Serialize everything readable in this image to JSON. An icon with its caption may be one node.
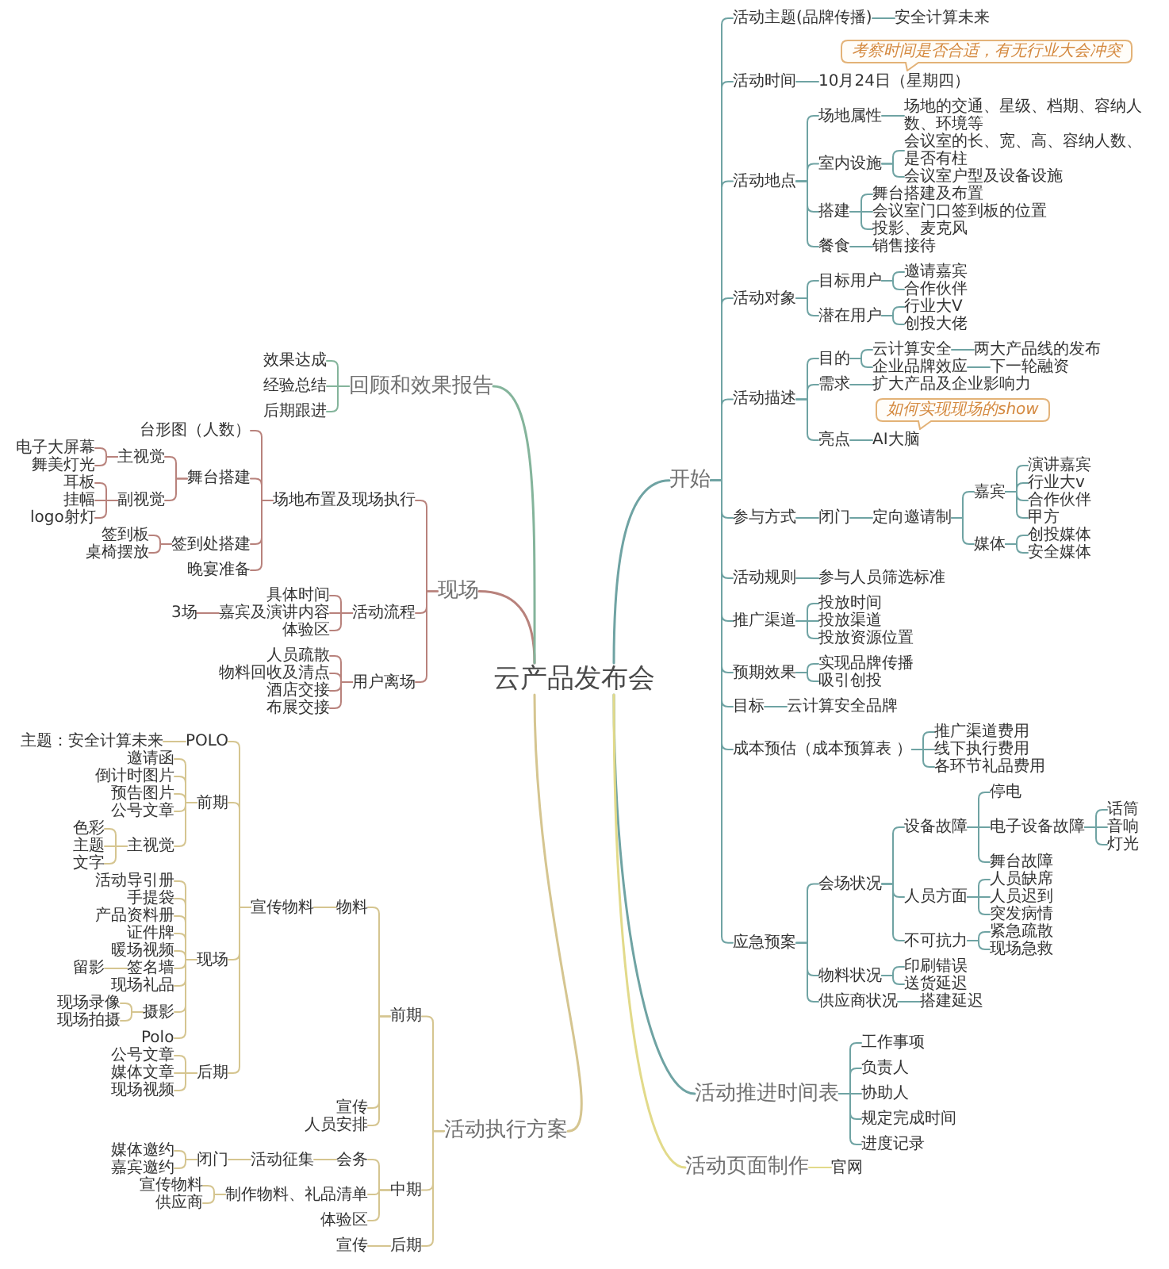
{
  "diagram": {
    "nodes": [
      {
        "text": [
          "云产品发布会"
        ]
      },
      {
        "text": [
          "开始"
        ]
      },
      {
        "text": [
          "活动主题(品牌传播)"
        ]
      },
      {
        "text": [
          "安全计算未来"
        ]
      },
      {
        "text": [
          "考察时间是否合适，有无行业大会冲突"
        ]
      },
      {
        "text": [
          "活动时间"
        ]
      },
      {
        "text": [
          "10月24日（星期四）"
        ]
      },
      {
        "text": [
          "活动地点"
        ]
      },
      {
        "text": [
          "场地属性"
        ]
      },
      {
        "text": [
          "场地的交通、星级、档期、容纳人数、环境等"
        ]
      },
      {
        "text": [
          "室内设施"
        ]
      },
      {
        "text": [
          "会议室的长、宽、高、容纳人数、是否有柱"
        ]
      },
      {
        "text": [
          "会议室户型及设备设施"
        ]
      },
      {
        "text": [
          "搭建"
        ]
      },
      {
        "text": [
          "舞台搭建及布置"
        ]
      },
      {
        "text": [
          "会议室门口签到板的位置"
        ]
      },
      {
        "text": [
          "投影、麦克风"
        ]
      },
      {
        "text": [
          "餐食"
        ]
      },
      {
        "text": [
          "销售接待"
        ]
      },
      {
        "text": [
          "活动对象"
        ]
      },
      {
        "text": [
          "目标用户"
        ]
      },
      {
        "text": [
          "邀请嘉宾"
        ]
      },
      {
        "text": [
          "合作伙伴"
        ]
      },
      {
        "text": [
          "潜在用户"
        ]
      },
      {
        "text": [
          "行业大V"
        ]
      },
      {
        "text": [
          "创投大佬"
        ]
      },
      {
        "text": [
          "活动描述"
        ]
      },
      {
        "text": [
          "目的"
        ]
      },
      {
        "text": [
          "云计算安全"
        ]
      },
      {
        "text": [
          "两大产品线的发布"
        ]
      },
      {
        "text": [
          "企业品牌效应"
        ]
      },
      {
        "text": [
          "下一轮融资"
        ]
      },
      {
        "text": [
          "需求"
        ]
      },
      {
        "text": [
          "扩大产品及企业影响力"
        ]
      },
      {
        "text": [
          "如何实现现场的show"
        ]
      },
      {
        "text": [
          "亮点"
        ]
      },
      {
        "text": [
          "AI大脑"
        ]
      },
      {
        "text": [
          "参与方式"
        ]
      },
      {
        "text": [
          "闭门"
        ]
      },
      {
        "text": [
          "定向邀请制"
        ]
      },
      {
        "text": [
          "嘉宾"
        ]
      },
      {
        "text": [
          "演讲嘉宾"
        ]
      },
      {
        "text": [
          "行业大v"
        ]
      },
      {
        "text": [
          "合作伙伴"
        ]
      },
      {
        "text": [
          "甲方"
        ]
      },
      {
        "text": [
          "媒体"
        ]
      },
      {
        "text": [
          "创投媒体"
        ]
      },
      {
        "text": [
          "安全媒体"
        ]
      },
      {
        "text": [
          "活动规则"
        ]
      },
      {
        "text": [
          "参与人员筛选标准"
        ]
      },
      {
        "text": [
          "推广渠道"
        ]
      },
      {
        "text": [
          "投放时间"
        ]
      },
      {
        "text": [
          "投放渠道"
        ]
      },
      {
        "text": [
          "投放资源位置"
        ]
      },
      {
        "text": [
          "预期效果"
        ]
      },
      {
        "text": [
          "实现品牌传播"
        ]
      },
      {
        "text": [
          "吸引创投"
        ]
      },
      {
        "text": [
          "目标"
        ]
      },
      {
        "text": [
          "云计算安全品牌"
        ]
      },
      {
        "text": [
          "成本预估（成本预算表 ）"
        ]
      },
      {
        "text": [
          "推广渠道费用"
        ]
      },
      {
        "text": [
          "线下执行费用"
        ]
      },
      {
        "text": [
          "各环节礼品费用"
        ]
      },
      {
        "text": [
          "应急预案"
        ]
      },
      {
        "text": [
          "会场状况"
        ]
      },
      {
        "text": [
          "设备故障"
        ]
      },
      {
        "text": [
          "停电"
        ]
      },
      {
        "text": [
          "电子设备故障"
        ]
      },
      {
        "text": [
          "话筒"
        ]
      },
      {
        "text": [
          "音响"
        ]
      },
      {
        "text": [
          "灯光"
        ]
      },
      {
        "text": [
          "舞台故障"
        ]
      },
      {
        "text": [
          "人员方面"
        ]
      },
      {
        "text": [
          "人员缺席"
        ]
      },
      {
        "text": [
          "人员迟到"
        ]
      },
      {
        "text": [
          "突发病情"
        ]
      },
      {
        "text": [
          "不可抗力"
        ]
      },
      {
        "text": [
          "紧急疏散"
        ]
      },
      {
        "text": [
          "现场急救"
        ]
      },
      {
        "text": [
          "物料状况"
        ]
      },
      {
        "text": [
          "印刷错误"
        ]
      },
      {
        "text": [
          "送货延迟"
        ]
      },
      {
        "text": [
          "供应商状况"
        ]
      },
      {
        "text": [
          "搭建延迟"
        ]
      },
      {
        "text": [
          "活动推进时间表"
        ]
      },
      {
        "text": [
          "工作事项"
        ]
      },
      {
        "text": [
          "负责人"
        ]
      },
      {
        "text": [
          "协助人"
        ]
      },
      {
        "text": [
          "规定完成时间"
        ]
      },
      {
        "text": [
          "进度记录"
        ]
      },
      {
        "text": [
          "活动页面制作"
        ]
      },
      {
        "text": [
          "官网"
        ]
      },
      {
        "text": [
          "活动执行方案"
        ]
      },
      {
        "text": [
          "前期"
        ]
      },
      {
        "text": [
          "物料"
        ]
      },
      {
        "text": [
          "宣传物料"
        ]
      },
      {
        "text": [
          "POLO"
        ]
      },
      {
        "text": [
          "主题：安全计算未来"
        ]
      },
      {
        "text": [
          "前期"
        ]
      },
      {
        "text": [
          "邀请函"
        ]
      },
      {
        "text": [
          "倒计时图片"
        ]
      },
      {
        "text": [
          "预告图片"
        ]
      },
      {
        "text": [
          "公号文章"
        ]
      },
      {
        "text": [
          "主视觉"
        ]
      },
      {
        "text": [
          "色彩"
        ]
      },
      {
        "text": [
          "主题"
        ]
      },
      {
        "text": [
          "文字"
        ]
      },
      {
        "text": [
          "现场"
        ]
      },
      {
        "text": [
          "活动导引册"
        ]
      },
      {
        "text": [
          "手提袋"
        ]
      },
      {
        "text": [
          "产品资料册"
        ]
      },
      {
        "text": [
          "证件牌"
        ]
      },
      {
        "text": [
          "暖场视频"
        ]
      },
      {
        "text": [
          "签名墙"
        ]
      },
      {
        "text": [
          "留影"
        ]
      },
      {
        "text": [
          "现场礼品"
        ]
      },
      {
        "text": [
          "摄影"
        ]
      },
      {
        "text": [
          "现场录像"
        ]
      },
      {
        "text": [
          "现场拍摄"
        ]
      },
      {
        "text": [
          "Polo"
        ]
      },
      {
        "text": [
          "后期"
        ]
      },
      {
        "text": [
          "公号文章"
        ]
      },
      {
        "text": [
          "媒体文章"
        ]
      },
      {
        "text": [
          "现场视频"
        ]
      },
      {
        "text": [
          "宣传"
        ]
      },
      {
        "text": [
          "人员安排"
        ]
      },
      {
        "text": [
          "中期"
        ]
      },
      {
        "text": [
          "会务"
        ]
      },
      {
        "text": [
          "活动征集"
        ]
      },
      {
        "text": [
          "闭门"
        ]
      },
      {
        "text": [
          "媒体邀约"
        ]
      },
      {
        "text": [
          "嘉宾邀约"
        ]
      },
      {
        "text": [
          "制作物料、礼品清单"
        ]
      },
      {
        "text": [
          "宣传物料"
        ]
      },
      {
        "text": [
          "供应商"
        ]
      },
      {
        "text": [
          "体验区"
        ]
      },
      {
        "text": [
          "后期"
        ]
      },
      {
        "text": [
          "宣传"
        ]
      },
      {
        "text": [
          "现场"
        ]
      },
      {
        "text": [
          "场地布置及现场执行"
        ]
      },
      {
        "text": [
          "台形图（人数）"
        ]
      },
      {
        "text": [
          "舞台搭建"
        ]
      },
      {
        "text": [
          "主视觉"
        ]
      },
      {
        "text": [
          "电子大屏幕"
        ]
      },
      {
        "text": [
          "舞美灯光"
        ]
      },
      {
        "text": [
          "副视觉"
        ]
      },
      {
        "text": [
          "耳板"
        ]
      },
      {
        "text": [
          "挂幅"
        ]
      },
      {
        "text": [
          "logo射灯"
        ]
      },
      {
        "text": [
          "签到处搭建"
        ]
      },
      {
        "text": [
          "签到板"
        ]
      },
      {
        "text": [
          "桌椅摆放"
        ]
      },
      {
        "text": [
          "晚宴准备"
        ]
      },
      {
        "text": [
          "活动流程"
        ]
      },
      {
        "text": [
          "具体时间"
        ]
      },
      {
        "text": [
          "嘉宾及演讲内容"
        ]
      },
      {
        "text": [
          "3场"
        ]
      },
      {
        "text": [
          "体验区"
        ]
      },
      {
        "text": [
          "用户离场"
        ]
      },
      {
        "text": [
          "人员疏散"
        ]
      },
      {
        "text": [
          "物料回收及清点"
        ]
      },
      {
        "text": [
          "酒店交接"
        ]
      },
      {
        "text": [
          "布展交接"
        ]
      },
      {
        "text": [
          "回顾和效果报告"
        ]
      },
      {
        "text": [
          "效果达成"
        ]
      },
      {
        "text": [
          "经验总结"
        ]
      },
      {
        "text": [
          "后期跟进"
        ]
      }
    ],
    "edges": [
      {
        "from": 0,
        "to": 1,
        "arrow": "none"
      },
      {
        "from": 1,
        "to": 2,
        "arrow": "none"
      },
      {
        "from": 2,
        "to": 3,
        "arrow": "none"
      },
      {
        "from": 1,
        "to": 5,
        "arrow": "none"
      },
      {
        "from": 5,
        "to": 6,
        "arrow": "none"
      },
      {
        "from": 1,
        "to": 7,
        "arrow": "none"
      },
      {
        "from": 7,
        "to": 8,
        "arrow": "none"
      },
      {
        "from": 8,
        "to": 9,
        "arrow": "none"
      },
      {
        "from": 7,
        "to": 10,
        "arrow": "none"
      },
      {
        "from": 10,
        "to": 11,
        "arrow": "none"
      },
      {
        "from": 10,
        "to": 12,
        "arrow": "none"
      },
      {
        "from": 7,
        "to": 13,
        "arrow": "none"
      },
      {
        "from": 13,
        "to": 14,
        "arrow": "none"
      },
      {
        "from": 13,
        "to": 15,
        "arrow": "none"
      },
      {
        "from": 13,
        "to": 16,
        "arrow": "none"
      },
      {
        "from": 7,
        "to": 17,
        "arrow": "none"
      },
      {
        "from": 17,
        "to": 18,
        "arrow": "none"
      },
      {
        "from": 1,
        "to": 19,
        "arrow": "none"
      },
      {
        "from": 19,
        "to": 20,
        "arrow": "none"
      },
      {
        "from": 20,
        "to": 21,
        "arrow": "none"
      },
      {
        "from": 20,
        "to": 22,
        "arrow": "none"
      },
      {
        "from": 19,
        "to": 23,
        "arrow": "none"
      },
      {
        "from": 23,
        "to": 24,
        "arrow": "none"
      },
      {
        "from": 23,
        "to": 25,
        "arrow": "none"
      },
      {
        "from": 1,
        "to": 26,
        "arrow": "none"
      },
      {
        "from": 26,
        "to": 27,
        "arrow": "none"
      },
      {
        "from": 27,
        "to": 28,
        "arrow": "none"
      },
      {
        "from": 28,
        "to": 29,
        "arrow": "none"
      },
      {
        "from": 27,
        "to": 30,
        "arrow": "none"
      },
      {
        "from": 30,
        "to": 31,
        "arrow": "none"
      },
      {
        "from": 26,
        "to": 32,
        "arrow": "none"
      },
      {
        "from": 32,
        "to": 33,
        "arrow": "none"
      },
      {
        "from": 26,
        "to": 35,
        "arrow": "none"
      },
      {
        "from": 35,
        "to": 36,
        "arrow": "none"
      },
      {
        "from": 1,
        "to": 37,
        "arrow": "none"
      },
      {
        "from": 37,
        "to": 38,
        "arrow": "none"
      },
      {
        "from": 38,
        "to": 39,
        "arrow": "none"
      },
      {
        "from": 39,
        "to": 40,
        "arrow": "none"
      },
      {
        "from": 40,
        "to": 41,
        "arrow": "none"
      },
      {
        "from": 40,
        "to": 42,
        "arrow": "none"
      },
      {
        "from": 40,
        "to": 43,
        "arrow": "none"
      },
      {
        "from": 40,
        "to": 44,
        "arrow": "none"
      },
      {
        "from": 39,
        "to": 45,
        "arrow": "none"
      },
      {
        "from": 45,
        "to": 46,
        "arrow": "none"
      },
      {
        "from": 45,
        "to": 47,
        "arrow": "none"
      },
      {
        "from": 1,
        "to": 48,
        "arrow": "none"
      },
      {
        "from": 48,
        "to": 49,
        "arrow": "none"
      },
      {
        "from": 1,
        "to": 50,
        "arrow": "none"
      },
      {
        "from": 50,
        "to": 51,
        "arrow": "none"
      },
      {
        "from": 50,
        "to": 52,
        "arrow": "none"
      },
      {
        "from": 50,
        "to": 53,
        "arrow": "none"
      },
      {
        "from": 1,
        "to": 54,
        "arrow": "none"
      },
      {
        "from": 54,
        "to": 55,
        "arrow": "none"
      },
      {
        "from": 54,
        "to": 56,
        "arrow": "none"
      },
      {
        "from": 1,
        "to": 57,
        "arrow": "none"
      },
      {
        "from": 57,
        "to": 58,
        "arrow": "none"
      },
      {
        "from": 1,
        "to": 59,
        "arrow": "none"
      },
      {
        "from": 59,
        "to": 60,
        "arrow": "none"
      },
      {
        "from": 59,
        "to": 61,
        "arrow": "none"
      },
      {
        "from": 59,
        "to": 62,
        "arrow": "none"
      },
      {
        "from": 1,
        "to": 63,
        "arrow": "none"
      },
      {
        "from": 63,
        "to": 64,
        "arrow": "none"
      },
      {
        "from": 64,
        "to": 65,
        "arrow": "none"
      },
      {
        "from": 65,
        "to": 66,
        "arrow": "none"
      },
      {
        "from": 65,
        "to": 67,
        "arrow": "none"
      },
      {
        "from": 67,
        "to": 68,
        "arrow": "none"
      },
      {
        "from": 67,
        "to": 69,
        "arrow": "none"
      },
      {
        "from": 67,
        "to": 70,
        "arrow": "none"
      },
      {
        "from": 65,
        "to": 71,
        "arrow": "none"
      },
      {
        "from": 64,
        "to": 72,
        "arrow": "none"
      },
      {
        "from": 72,
        "to": 73,
        "arrow": "none"
      },
      {
        "from": 72,
        "to": 74,
        "arrow": "none"
      },
      {
        "from": 72,
        "to": 75,
        "arrow": "none"
      },
      {
        "from": 64,
        "to": 76,
        "arrow": "none"
      },
      {
        "from": 76,
        "to": 77,
        "arrow": "none"
      },
      {
        "from": 76,
        "to": 78,
        "arrow": "none"
      },
      {
        "from": 63,
        "to": 79,
        "arrow": "none"
      },
      {
        "from": 79,
        "to": 80,
        "arrow": "none"
      },
      {
        "from": 79,
        "to": 81,
        "arrow": "none"
      },
      {
        "from": 63,
        "to": 82,
        "arrow": "none"
      },
      {
        "from": 82,
        "to": 83,
        "arrow": "none"
      },
      {
        "from": 0,
        "to": 84,
        "arrow": "none"
      },
      {
        "from": 84,
        "to": 85,
        "arrow": "none"
      },
      {
        "from": 84,
        "to": 86,
        "arrow": "none"
      },
      {
        "from": 84,
        "to": 87,
        "arrow": "none"
      },
      {
        "from": 84,
        "to": 88,
        "arrow": "none"
      },
      {
        "from": 84,
        "to": 89,
        "arrow": "none"
      },
      {
        "from": 0,
        "to": 90,
        "arrow": "none",
        "color": "#e2da8a"
      },
      {
        "from": 90,
        "to": 91,
        "arrow": "none",
        "color": "#e2da8a"
      },
      {
        "from": 0,
        "to": 92,
        "arrow": "none",
        "color": "#d5c590"
      },
      {
        "from": 92,
        "to": 93,
        "arrow": "none",
        "color": "#d5c590"
      },
      {
        "from": 93,
        "to": 94,
        "arrow": "none",
        "color": "#d5c590"
      },
      {
        "from": 94,
        "to": 95,
        "arrow": "none",
        "color": "#d5c590"
      },
      {
        "from": 95,
        "to": 96,
        "arrow": "none",
        "color": "#d5c590"
      },
      {
        "from": 96,
        "to": 97,
        "arrow": "none",
        "color": "#d5c590"
      },
      {
        "from": 95,
        "to": 98,
        "arrow": "none",
        "color": "#d5c590"
      },
      {
        "from": 98,
        "to": 99,
        "arrow": "none",
        "color": "#d5c590"
      },
      {
        "from": 98,
        "to": 100,
        "arrow": "none",
        "color": "#d5c590"
      },
      {
        "from": 98,
        "to": 101,
        "arrow": "none",
        "color": "#d5c590"
      },
      {
        "from": 98,
        "to": 102,
        "arrow": "none",
        "color": "#d5c590"
      },
      {
        "from": 98,
        "to": 103,
        "arrow": "none",
        "color": "#d5c590"
      },
      {
        "from": 103,
        "to": 104,
        "arrow": "none",
        "color": "#d5c590"
      },
      {
        "from": 103,
        "to": 105,
        "arrow": "none",
        "color": "#d5c590"
      },
      {
        "from": 103,
        "to": 106,
        "arrow": "none",
        "color": "#d5c590"
      },
      {
        "from": 95,
        "to": 107,
        "arrow": "none",
        "color": "#d5c590"
      },
      {
        "from": 107,
        "to": 108,
        "arrow": "none",
        "color": "#d5c590"
      },
      {
        "from": 107,
        "to": 109,
        "arrow": "none",
        "color": "#d5c590"
      },
      {
        "from": 107,
        "to": 110,
        "arrow": "none",
        "color": "#d5c590"
      },
      {
        "from": 107,
        "to": 111,
        "arrow": "none",
        "color": "#d5c590"
      },
      {
        "from": 107,
        "to": 112,
        "arrow": "none",
        "color": "#d5c590"
      },
      {
        "from": 107,
        "to": 113,
        "arrow": "none",
        "color": "#d5c590"
      },
      {
        "from": 113,
        "to": 114,
        "arrow": "none",
        "color": "#d5c590"
      },
      {
        "from": 107,
        "to": 115,
        "arrow": "none",
        "color": "#d5c590"
      },
      {
        "from": 107,
        "to": 116,
        "arrow": "none",
        "color": "#d5c590"
      },
      {
        "from": 116,
        "to": 117,
        "arrow": "none",
        "color": "#d5c590"
      },
      {
        "from": 116,
        "to": 118,
        "arrow": "none",
        "color": "#d5c590"
      },
      {
        "from": 107,
        "to": 119,
        "arrow": "none",
        "color": "#d5c590"
      },
      {
        "from": 95,
        "to": 120,
        "arrow": "none",
        "color": "#d5c590"
      },
      {
        "from": 120,
        "to": 121,
        "arrow": "none",
        "color": "#d5c590"
      },
      {
        "from": 120,
        "to": 122,
        "arrow": "none",
        "color": "#d5c590"
      },
      {
        "from": 120,
        "to": 123,
        "arrow": "none",
        "color": "#d5c590"
      },
      {
        "from": 93,
        "to": 124,
        "arrow": "none",
        "color": "#d5c590"
      },
      {
        "from": 93,
        "to": 125,
        "arrow": "none",
        "color": "#d5c590"
      },
      {
        "from": 92,
        "to": 126,
        "arrow": "none",
        "color": "#d5c590"
      },
      {
        "from": 126,
        "to": 127,
        "arrow": "none",
        "color": "#d5c590"
      },
      {
        "from": 127,
        "to": 128,
        "arrow": "none",
        "color": "#d5c590"
      },
      {
        "from": 128,
        "to": 129,
        "arrow": "none",
        "color": "#d5c590"
      },
      {
        "from": 129,
        "to": 130,
        "arrow": "none",
        "color": "#d5c590"
      },
      {
        "from": 129,
        "to": 131,
        "arrow": "none",
        "color": "#d5c590"
      },
      {
        "from": 126,
        "to": 132,
        "arrow": "none",
        "color": "#d5c590"
      },
      {
        "from": 132,
        "to": 133,
        "arrow": "none",
        "color": "#d5c590"
      },
      {
        "from": 132,
        "to": 134,
        "arrow": "none",
        "color": "#d5c590"
      },
      {
        "from": 126,
        "to": 135,
        "arrow": "none",
        "color": "#d5c590"
      },
      {
        "from": 92,
        "to": 136,
        "arrow": "none",
        "color": "#d5c590"
      },
      {
        "from": 136,
        "to": 137,
        "arrow": "none",
        "color": "#d5c590"
      },
      {
        "from": 0,
        "to": 138,
        "arrow": "none",
        "color": "#b8827c"
      },
      {
        "from": 138,
        "to": 139,
        "arrow": "none",
        "color": "#b8827c"
      },
      {
        "from": 139,
        "to": 140,
        "arrow": "none",
        "color": "#b8827c"
      },
      {
        "from": 139,
        "to": 141,
        "arrow": "none",
        "color": "#b8827c"
      },
      {
        "from": 141,
        "to": 142,
        "arrow": "none",
        "color": "#b8827c"
      },
      {
        "from": 142,
        "to": 143,
        "arrow": "none",
        "color": "#b8827c"
      },
      {
        "from": 142,
        "to": 144,
        "arrow": "none",
        "color": "#b8827c"
      },
      {
        "from": 141,
        "to": 145,
        "arrow": "none",
        "color": "#b8827c"
      },
      {
        "from": 145,
        "to": 146,
        "arrow": "none",
        "color": "#b8827c"
      },
      {
        "from": 145,
        "to": 147,
        "arrow": "none",
        "color": "#b8827c"
      },
      {
        "from": 145,
        "to": 148,
        "arrow": "none",
        "color": "#b8827c"
      },
      {
        "from": 139,
        "to": 149,
        "arrow": "none",
        "color": "#b8827c"
      },
      {
        "from": 149,
        "to": 150,
        "arrow": "none",
        "color": "#b8827c"
      },
      {
        "from": 149,
        "to": 151,
        "arrow": "none",
        "color": "#b8827c"
      },
      {
        "from": 139,
        "to": 152,
        "arrow": "none",
        "color": "#b8827c"
      },
      {
        "from": 138,
        "to": 153,
        "arrow": "none",
        "color": "#b8827c"
      },
      {
        "from": 153,
        "to": 154,
        "arrow": "none",
        "color": "#b8827c"
      },
      {
        "from": 153,
        "to": 155,
        "arrow": "none",
        "color": "#b8827c"
      },
      {
        "from": 155,
        "to": 156,
        "arrow": "none",
        "color": "#b8827c"
      },
      {
        "from": 153,
        "to": 157,
        "arrow": "none",
        "color": "#b8827c"
      },
      {
        "from": 138,
        "to": 158,
        "arrow": "none",
        "color": "#b8827c"
      },
      {
        "from": 158,
        "to": 159,
        "arrow": "none",
        "color": "#b8827c"
      },
      {
        "from": 158,
        "to": 160,
        "arrow": "none",
        "color": "#b8827c"
      },
      {
        "from": 158,
        "to": 161,
        "arrow": "none",
        "color": "#b8827c"
      },
      {
        "from": 158,
        "to": 162,
        "arrow": "none",
        "color": "#b8827c"
      },
      {
        "from": 0,
        "to": 163,
        "arrow": "none",
        "color": "#84b49b"
      },
      {
        "from": 163,
        "to": 164,
        "arrow": "none",
        "color": "#84b49b"
      },
      {
        "from": 163,
        "to": 165,
        "arrow": "none",
        "color": "#84b49b"
      },
      {
        "from": 163,
        "to": 166,
        "arrow": "none",
        "color": "#84b49b"
      }
    ]
  }
}
